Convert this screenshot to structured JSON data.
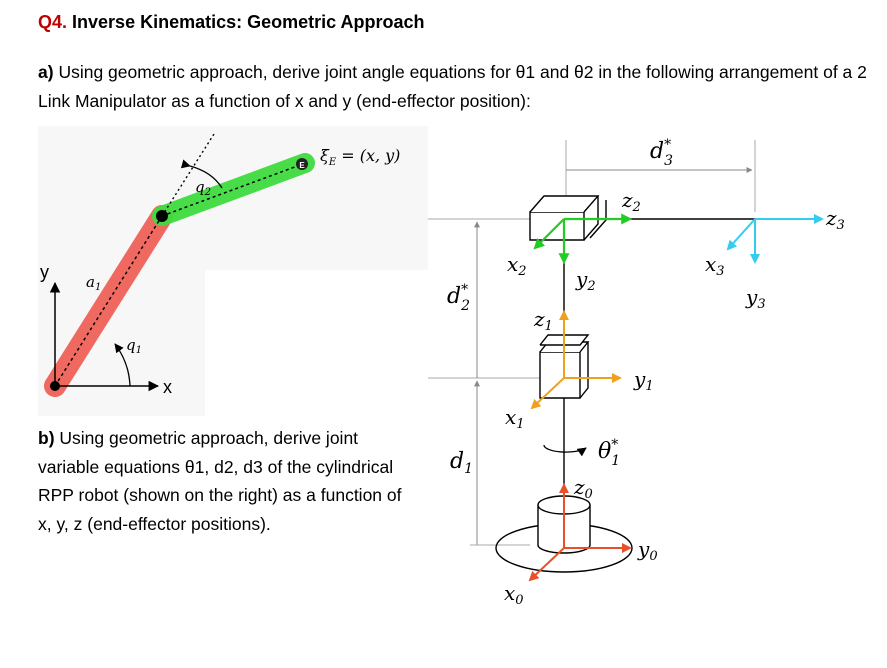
{
  "header": {
    "qnum": "Q4.",
    "title": "Inverse Kinematics: Geometric Approach"
  },
  "part_a": {
    "label": "a)",
    "text": "Using geometric approach, derive joint angle equations for θ1 and θ2 in the following arrangement of a 2 Link Manipulator as a function of x and y (end-effector position):"
  },
  "part_b": {
    "label": "b)",
    "text": "Using geometric approach, derive joint variable equations θ1, d2, d3 of the cylindrical RPP robot (shown on the right) as a function of x, y, z (end-effector positions)."
  },
  "figure_2link": {
    "y_label": "y",
    "x_label": "x",
    "a1": "a",
    "a1_sub": "1",
    "q1": "q",
    "q1_sub": "1",
    "q2": "q",
    "q2_sub": "2",
    "end_marker": "E",
    "xi_label": "ξ",
    "xi_sub": "E",
    "xi_eq": " = (x, y)",
    "colors": {
      "link1": "#f0625a",
      "link2": "#3fdc3f",
      "joint": "#000000"
    }
  },
  "figure_rpp": {
    "d3": "d",
    "d3_sup": "*",
    "d3_sub": "3",
    "d2": "d",
    "d2_sup": "*",
    "d2_sub": "2",
    "d1": "d",
    "d1_sub": "1",
    "theta1": "θ",
    "theta1_sup": "*",
    "theta1_sub": "1",
    "z3": "z",
    "z3_sub": "3",
    "x3": "x",
    "x3_sub": "3",
    "y3": "y",
    "y3_sub": "3",
    "z2": "z",
    "z2_sub": "2",
    "x2": "x",
    "x2_sub": "2",
    "y2": "y",
    "y2_sub": "2",
    "z1": "z",
    "z1_sub": "1",
    "y1": "y",
    "y1_sub": "1",
    "x1": "x",
    "x1_sub": "1",
    "z0": "z",
    "z0_sub": "0",
    "y0": "y",
    "y0_sub": "0",
    "x0": "x",
    "x0_sub": "0",
    "colors": {
      "x_axis": "#e07a1f",
      "x0_axis": "#e8502a",
      "y_axis": "#f0a020",
      "green": "#22cc22",
      "cyan": "#33ccee"
    }
  }
}
